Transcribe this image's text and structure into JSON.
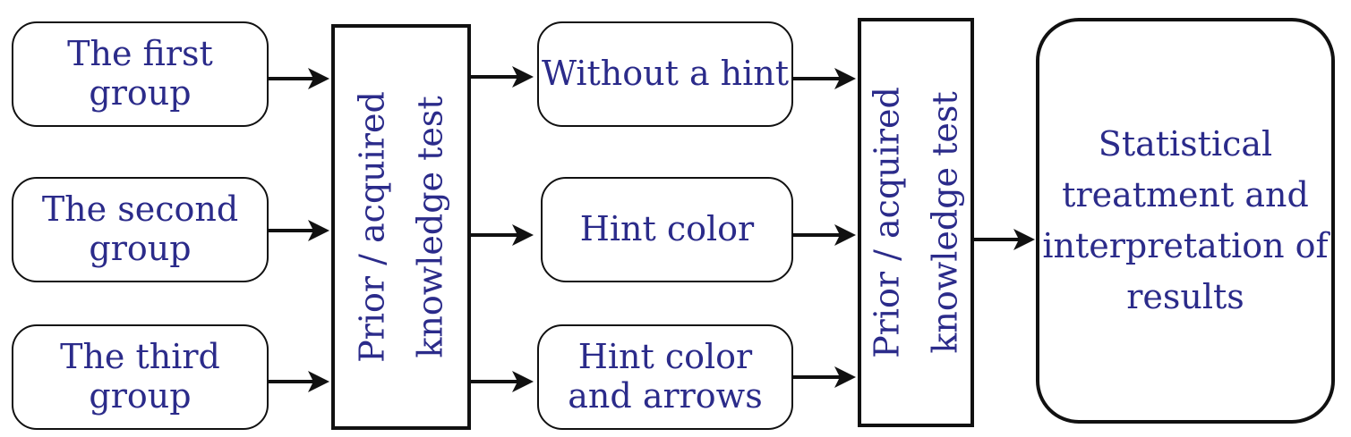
{
  "groups": [
    {
      "lines": [
        "The first group"
      ]
    },
    {
      "lines": [
        "The second",
        "group"
      ]
    },
    {
      "lines": [
        "The third",
        "group"
      ]
    }
  ],
  "test_label": {
    "lines": [
      "Prior / acquired",
      "knowledge test"
    ]
  },
  "conditions": [
    {
      "lines": [
        "Without a hint"
      ]
    },
    {
      "lines": [
        "Hint color"
      ]
    },
    {
      "lines": [
        "Hint color",
        "and arrows"
      ]
    }
  ],
  "final": {
    "lines": [
      "Statistical",
      "treatment and",
      "interpretation of",
      "results"
    ]
  },
  "colors": {
    "text": "#2b2b8a",
    "stroke": "#111111"
  }
}
